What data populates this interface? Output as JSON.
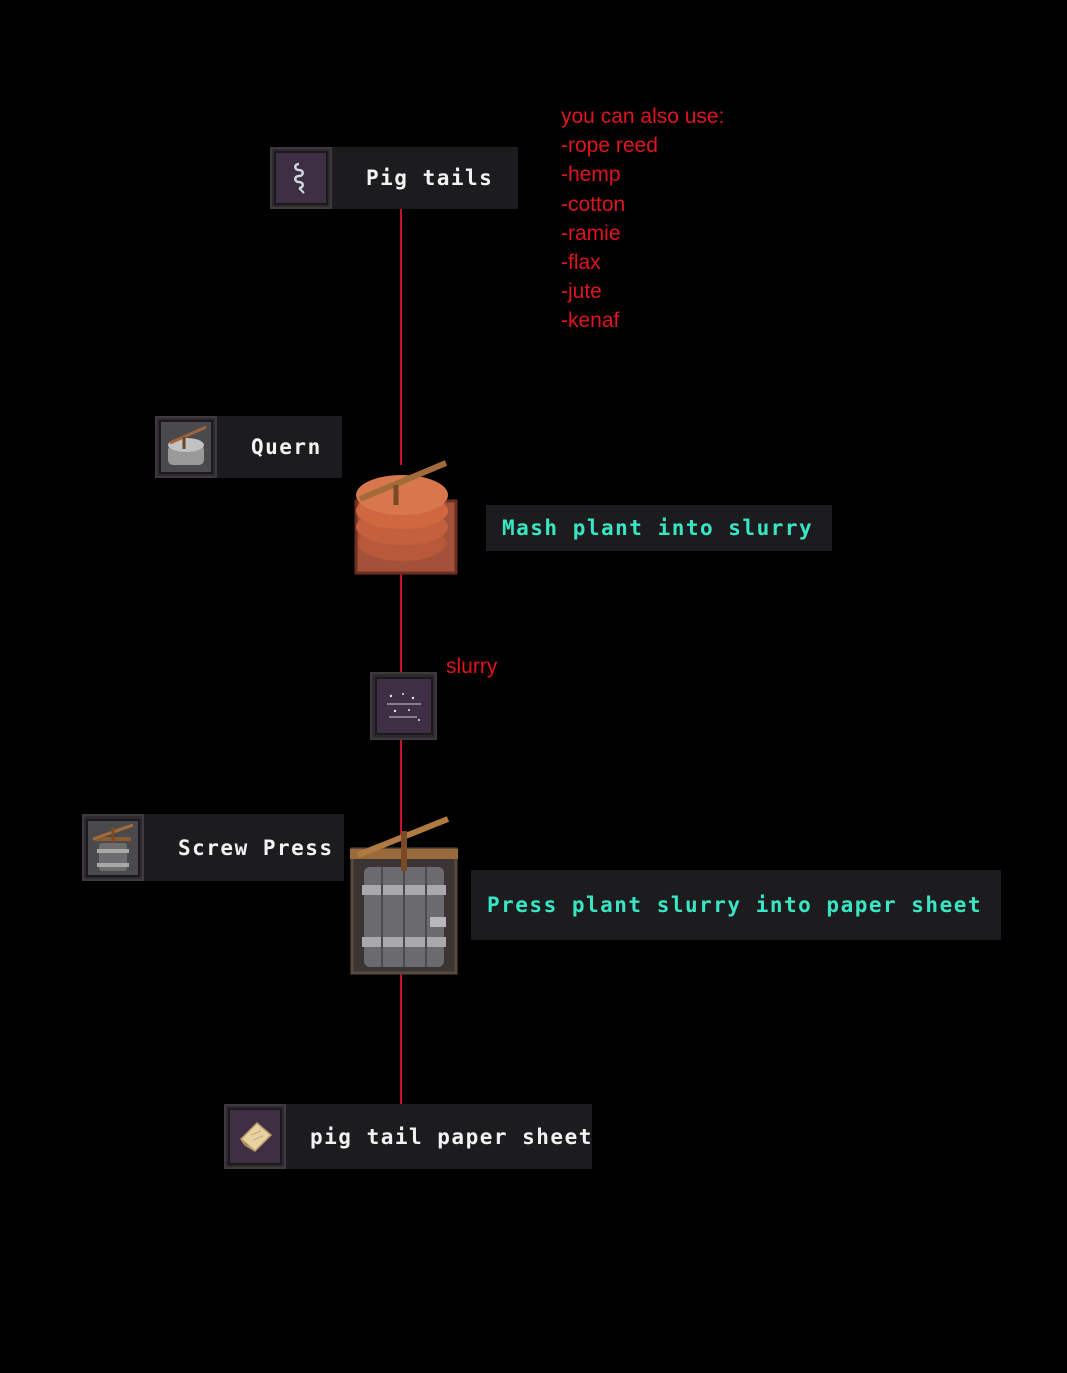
{
  "nodes": {
    "pig_tails": {
      "label": "Pig tails",
      "icon": "pig-tail-icon"
    },
    "quern": {
      "label": "Quern",
      "icon": "quern-icon"
    },
    "screw_press": {
      "label": "Screw Press",
      "icon": "screw-press-icon"
    },
    "slurry": {
      "label": "slurry",
      "icon": "slurry-icon"
    },
    "paper_sheet": {
      "label": "pig tail paper sheet",
      "icon": "paper-sheet-icon"
    }
  },
  "recipes": {
    "mash": "Mash plant into slurry",
    "press": "Press plant slurry into paper sheet"
  },
  "alternatives": {
    "heading": "you can also use:",
    "items": [
      "-rope reed",
      "-hemp",
      "-cotton",
      "-ramie",
      "-flax",
      "-jute",
      "-kenaf"
    ]
  },
  "colors": {
    "background": "#000000",
    "connector": "#c8102e",
    "annotation": "#e0141e",
    "recipe_text": "#39e6c4",
    "panel": "#1c1c1e"
  }
}
